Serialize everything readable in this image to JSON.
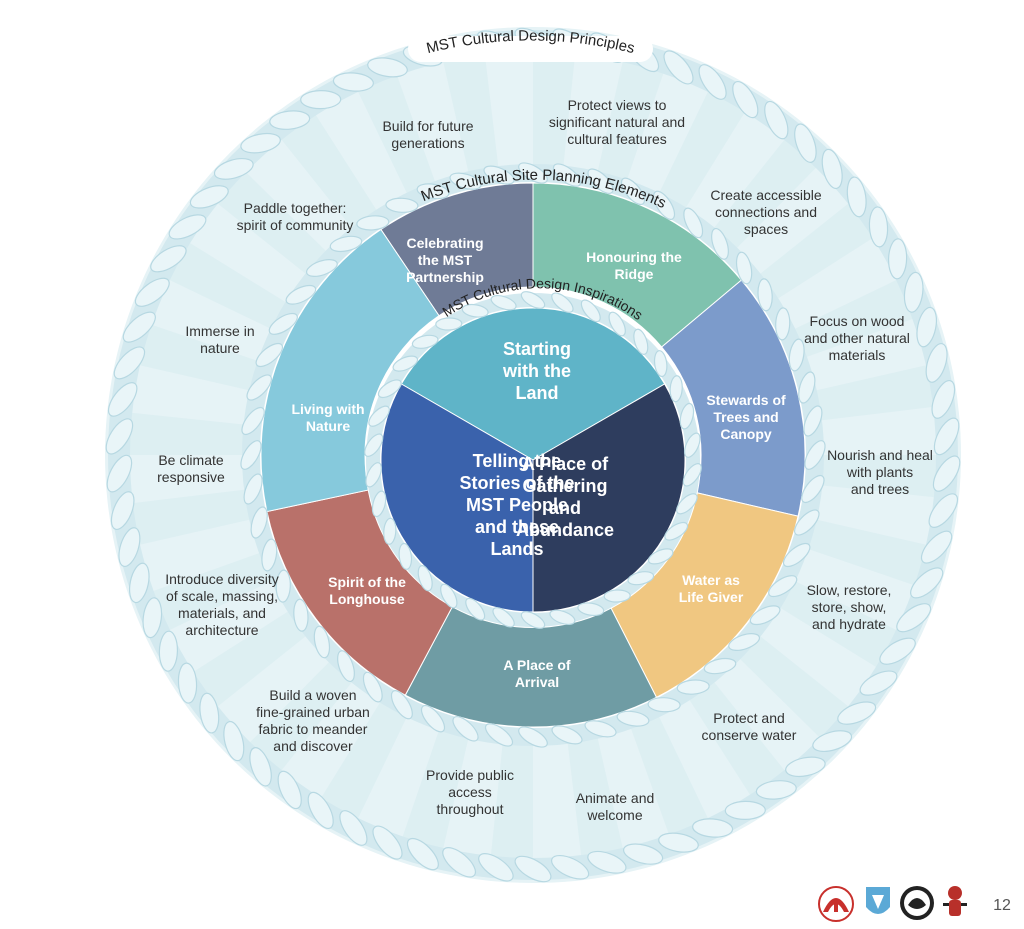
{
  "rings": {
    "outer_title": "MST Cultural Design Principles",
    "middle_title": "MST Cultural Site Planning Elements",
    "inner_title": "MST Cultural Design Inspirations"
  },
  "principles": [
    {
      "lines": [
        "Build for future",
        "generations"
      ]
    },
    {
      "lines": [
        "Protect views to",
        "significant natural and",
        "cultural features"
      ]
    },
    {
      "lines": [
        "Paddle together:",
        "spirit of community"
      ]
    },
    {
      "lines": [
        "Create accessible",
        "connections and",
        "spaces"
      ]
    },
    {
      "lines": [
        "Immerse in",
        "nature"
      ]
    },
    {
      "lines": [
        "Focus on wood",
        "and other natural",
        "materials"
      ]
    },
    {
      "lines": [
        "Be climate",
        "responsive"
      ]
    },
    {
      "lines": [
        "Nourish and heal",
        "with plants",
        "and trees"
      ]
    },
    {
      "lines": [
        "Introduce diversity",
        "of scale, massing,",
        "materials, and",
        "architecture"
      ]
    },
    {
      "lines": [
        "Slow, restore,",
        "store, show,",
        "and hydrate"
      ]
    },
    {
      "lines": [
        "Build a woven",
        "fine-grained urban",
        "fabric to meander",
        "and discover"
      ]
    },
    {
      "lines": [
        "Protect and",
        "conserve water"
      ]
    },
    {
      "lines": [
        "Provide public",
        "access",
        "throughout"
      ]
    },
    {
      "lines": [
        "Animate and",
        "welcome"
      ]
    }
  ],
  "elements": [
    {
      "lines": [
        "Celebrating",
        "the MST",
        "Partnership"
      ],
      "color": "#6f7b96"
    },
    {
      "lines": [
        "Honouring the",
        "Ridge"
      ],
      "color": "#7fc2ae"
    },
    {
      "lines": [
        "Stewards of",
        "Trees and",
        "Canopy"
      ],
      "color": "#7c9bcb"
    },
    {
      "lines": [
        "Water as",
        "Life Giver"
      ],
      "color": "#f0c781"
    },
    {
      "lines": [
        "A Place of",
        "Arrival"
      ],
      "color": "#6f9ca4"
    },
    {
      "lines": [
        "Spirit of the",
        "Longhouse"
      ],
      "color": "#b9716a"
    },
    {
      "lines": [
        "Living with",
        "Nature"
      ],
      "color": "#86c9dc"
    }
  ],
  "inspirations": [
    {
      "lines": [
        "Starting",
        "with the",
        "Land"
      ],
      "color": "#5fb4c8"
    },
    {
      "lines": [
        "A Place of",
        "Gathering",
        "and",
        "Abundance"
      ],
      "color": "#2e3d5e"
    },
    {
      "lines": [
        "Telling the",
        "Stories of the",
        "MST People",
        "and these",
        "Lands"
      ],
      "color": "#3a62ac"
    }
  ],
  "colors": {
    "outer_ring": "#e6f3f6",
    "rope": "#d3e9ef",
    "rope_stroke": "#b7d8e2"
  },
  "logos": [
    {
      "icon": "red-arch-logo-icon",
      "color": "#c8302c"
    },
    {
      "icon": "blue-crest-logo-icon",
      "color": "#5ba9d6"
    },
    {
      "icon": "black-round-emblem-icon",
      "color": "#222222"
    },
    {
      "icon": "red-figure-logo-icon",
      "color": "#b8302a"
    }
  ],
  "page_number": "12"
}
